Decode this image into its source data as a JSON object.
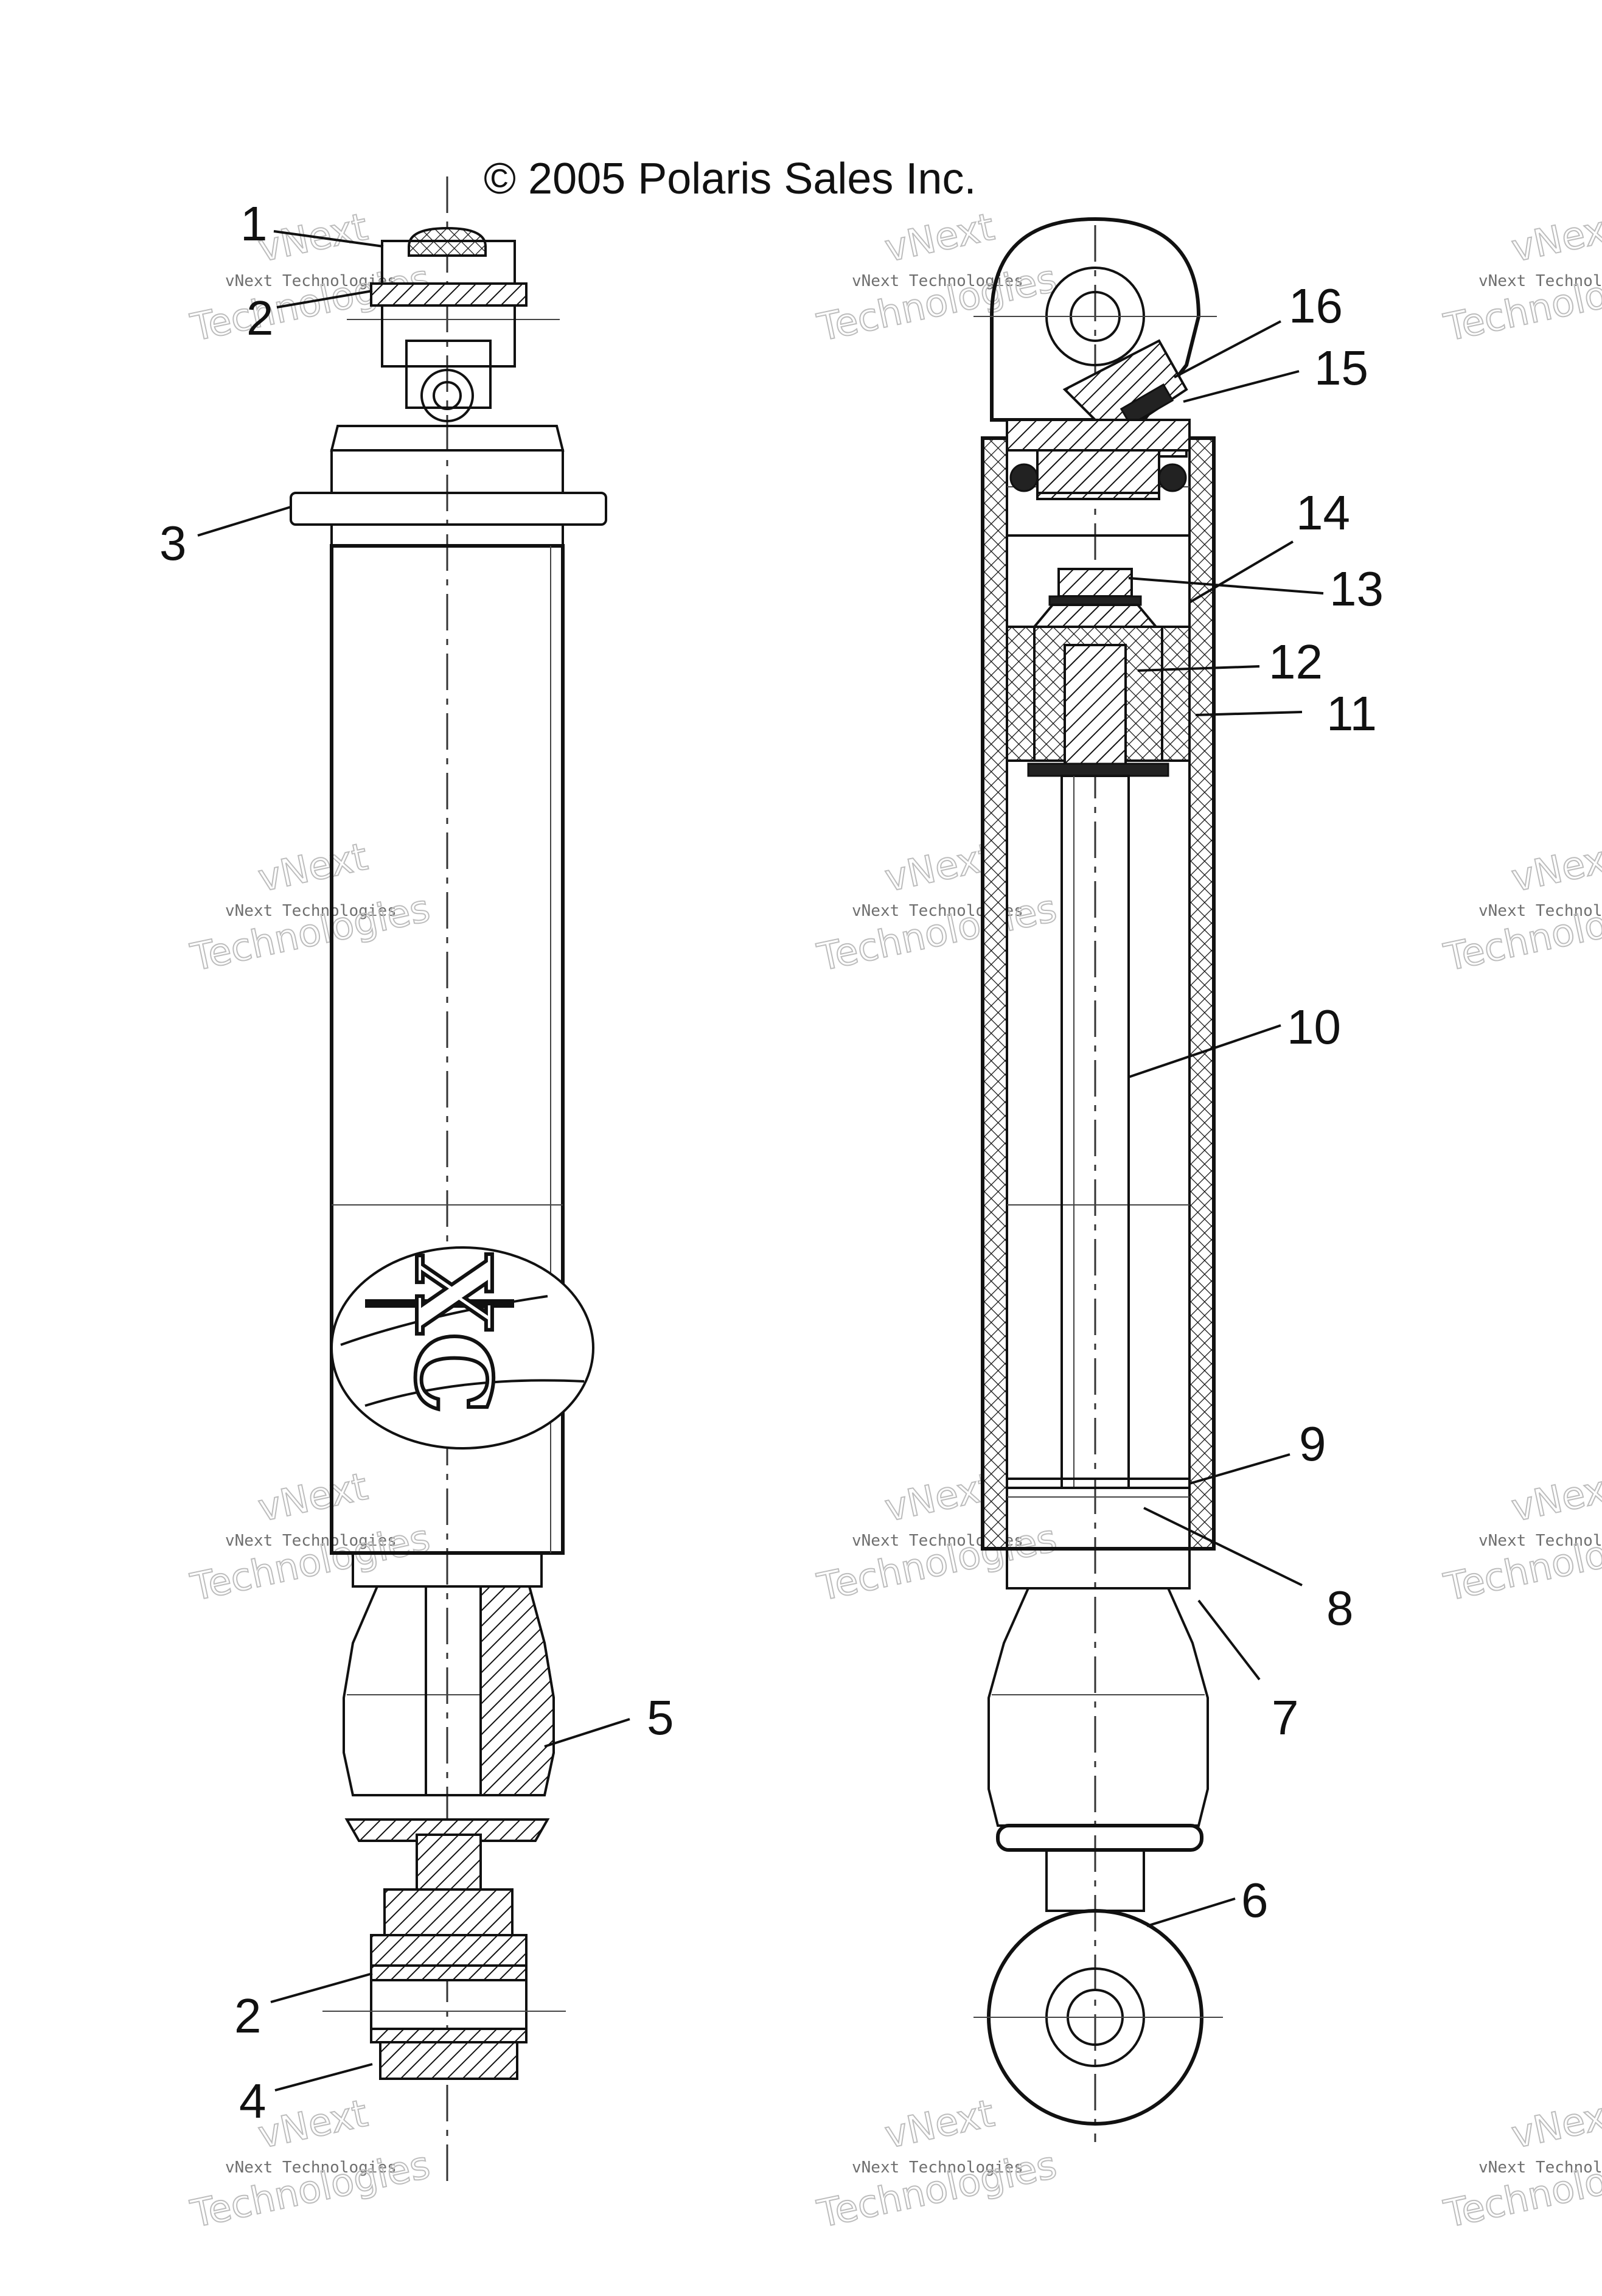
{
  "copyright": "© 2005 Polaris Sales Inc.",
  "watermark": {
    "line1": "vNext Technologies",
    "line2": "vNext",
    "line3": "Technologies"
  },
  "callouts": [
    {
      "id": "1",
      "label": "1"
    },
    {
      "id": "2a",
      "label": "2"
    },
    {
      "id": "3",
      "label": "3"
    },
    {
      "id": "5",
      "label": "5"
    },
    {
      "id": "2b",
      "label": "2"
    },
    {
      "id": "4",
      "label": "4"
    },
    {
      "id": "16",
      "label": "16"
    },
    {
      "id": "15",
      "label": "15"
    },
    {
      "id": "14",
      "label": "14"
    },
    {
      "id": "13",
      "label": "13"
    },
    {
      "id": "12",
      "label": "12"
    },
    {
      "id": "11",
      "label": "11"
    },
    {
      "id": "10",
      "label": "10"
    },
    {
      "id": "9",
      "label": "9"
    },
    {
      "id": "8",
      "label": "8"
    },
    {
      "id": "7",
      "label": "7"
    },
    {
      "id": "6",
      "label": "6"
    }
  ],
  "logo_text": "XC"
}
